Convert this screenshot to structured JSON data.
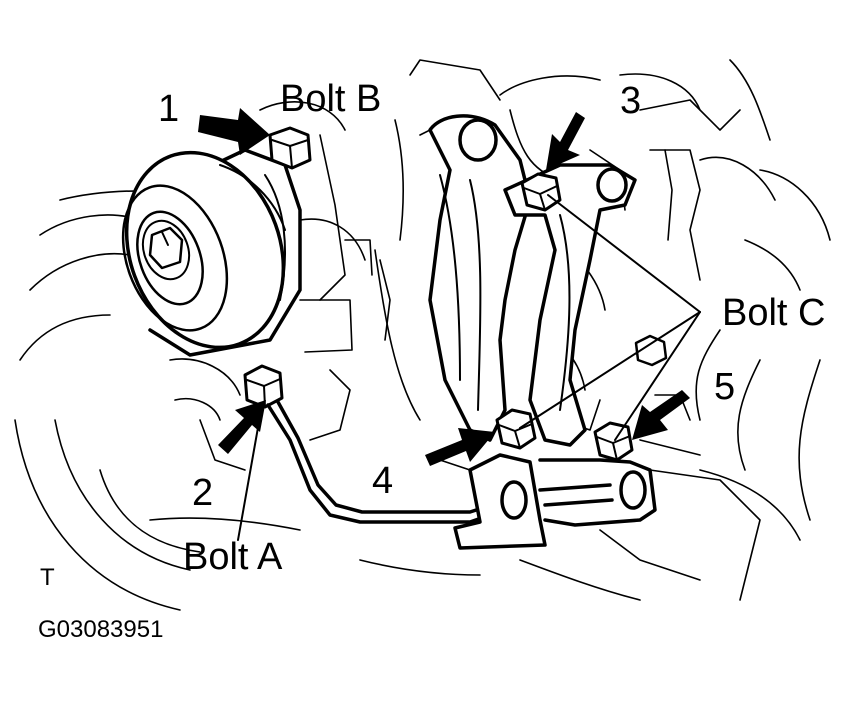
{
  "callouts": {
    "n1": "1",
    "n2": "2",
    "n3": "3",
    "n4": "4",
    "n5": "5",
    "bolt_a": "Bolt A",
    "bolt_b": "Bolt B",
    "bolt_c": "Bolt C"
  },
  "orientation_mark": "T",
  "figure_id": "G03083951",
  "colors": {
    "ink": "#000000",
    "paper": "#ffffff"
  }
}
